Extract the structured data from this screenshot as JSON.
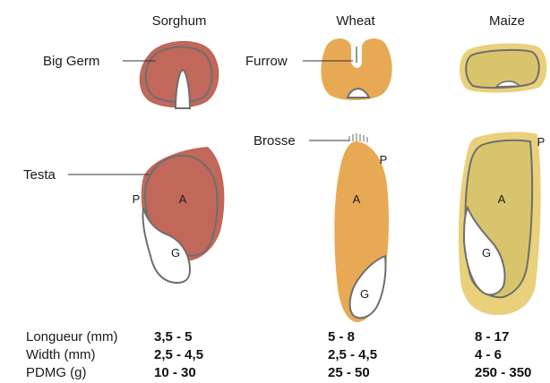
{
  "columns": [
    "Sorghum",
    "Wheat",
    "Maize"
  ],
  "callouts": {
    "big_germ": "Big Germ",
    "furrow": "Furrow",
    "brosse": "Brosse",
    "testa": "Testa"
  },
  "parts": {
    "sorghum": {
      "pericarp": "P",
      "albumen": "A",
      "germ": "G"
    },
    "wheat": {
      "pericarp": "P",
      "albumen": "A",
      "germ": "G"
    },
    "maize": {
      "pericarp": "P",
      "albumen": "A",
      "germ": "G"
    }
  },
  "table": {
    "rows": [
      {
        "label": "Longueur (mm)",
        "values": [
          "3,5 - 5",
          "5 - 8",
          "8 - 17"
        ]
      },
      {
        "label": "Width (mm)",
        "values": [
          "2,5 - 4,5",
          "2,5 - 4,5",
          "4 - 6"
        ]
      },
      {
        "label": "PDMG (g)",
        "values": [
          "10 - 30",
          "25 - 50",
          "250 - 350"
        ]
      }
    ]
  },
  "colors": {
    "sorghum": "#c1685a",
    "wheat": "#e8a955",
    "maize_fill": "#d8c46c",
    "maize_halo": "#e9d07a",
    "outline": "#6e6e6e",
    "germ": "#ffffff"
  }
}
